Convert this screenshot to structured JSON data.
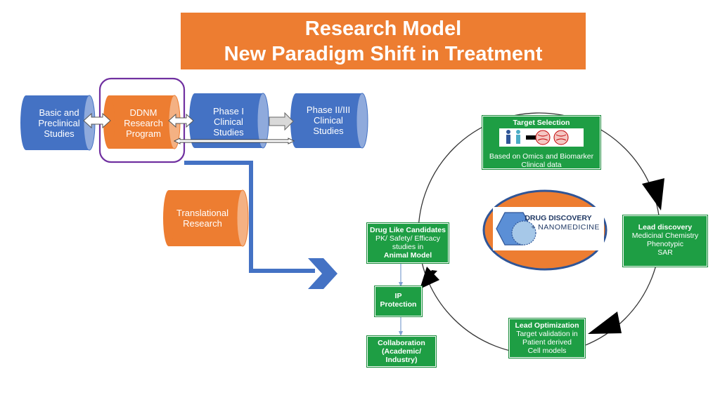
{
  "title": {
    "line1": "Research Model",
    "line2": "New Paradigm Shift in Treatment"
  },
  "pipeline": {
    "basic": [
      "Basic and",
      "Preclinical",
      "Studies"
    ],
    "ddnm": [
      "DDNM",
      "Research",
      "Program"
    ],
    "phase1": [
      "Phase I",
      "Clinical",
      "Studies"
    ],
    "phase23": [
      "Phase II/III",
      "Clinical",
      "Studies"
    ],
    "translational": [
      "Translational",
      "Research"
    ]
  },
  "cycle": {
    "target_selection": {
      "title": "Target Selection",
      "body": [
        "Based on Omics and Biomarker",
        "Clinical data"
      ]
    },
    "lead_discovery": {
      "title": "Lead  discovery",
      "body": [
        "Medicinal Chemistry",
        "Phenotypic",
        "SAR"
      ]
    },
    "lead_optimization": {
      "title": "Lead  Optimization",
      "body": [
        "Target validation in",
        "Patient derived",
        "Cell  models"
      ]
    },
    "drug_like": {
      "title": "Drug Like Candidates",
      "body": [
        "PK/ Safety/ Efficacy",
        "studies in"
      ],
      "emph": "Animal Model"
    },
    "ip": [
      "IP",
      "Protection"
    ],
    "collaboration": [
      "Collaboration",
      "(Academic/",
      "Industry)"
    ]
  },
  "logo": {
    "line1": "DRUG DISCOVERY",
    "line2": "+ NANOMEDICINE"
  },
  "colors": {
    "orange": "#ED7D31",
    "blue": "#4472C4",
    "green": "#1E9E44",
    "purple": "#7030A0"
  }
}
